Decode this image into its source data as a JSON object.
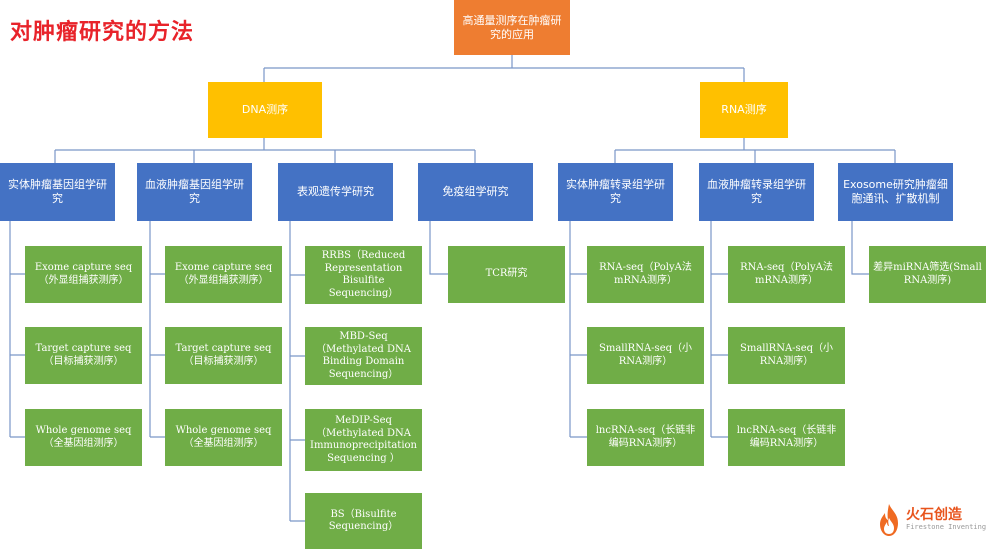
{
  "title": "对肿瘤研究的方法",
  "root": {
    "label": "高通量测序在肿瘤研究的应用"
  },
  "branches": [
    {
      "label": "DNA测序",
      "categories": [
        {
          "label": "实体肿瘤基因组学研究",
          "items": [
            "Exome capture seq（外显组捕获测序）",
            "Target capture seq（目标捕获测序）",
            "Whole genome seq（全基因组测序）"
          ]
        },
        {
          "label": "血液肿瘤基因组学研究",
          "items": [
            "Exome capture seq（外显组捕获测序）",
            "Target capture seq（目标捕获测序）",
            "Whole genome seq（全基因组测序）"
          ]
        },
        {
          "label": "表观遗传学研究",
          "items": [
            "RRBS（Reduced Representation Bisulfite Sequencing）",
            "MBD-Seq（Methylated DNA Binding Domain Sequencing）",
            "MeDIP-Seq（Methylated DNA Immunoprecipitation Sequencing ）",
            "BS（Bisulfite Sequencing）"
          ]
        },
        {
          "label": "免疫组学研究",
          "items": [
            "TCR研究"
          ]
        }
      ]
    },
    {
      "label": "RNA测序",
      "categories": [
        {
          "label": "实体肿瘤转录组学研究",
          "items": [
            "RNA-seq（PolyA法mRNA测序）",
            "SmallRNA-seq（小RNA测序）",
            "lncRNA-seq（长链非编码RNA测序）"
          ]
        },
        {
          "label": "血液肿瘤转录组学研究",
          "items": [
            "RNA-seq（PolyA法mRNA测序）",
            "SmallRNA-seq（小RNA测序）",
            "lncRNA-seq（长链非编码RNA测序）"
          ]
        },
        {
          "label": "Exosome研究肿瘤细胞通讯、扩散机制",
          "items": [
            "差异miRNA筛选(Small RNA测序)"
          ]
        }
      ]
    }
  ],
  "logo": {
    "cn": "火石创造",
    "en": "Firestone Inventing"
  },
  "colors": {
    "title": "#e8232a",
    "root": "#ee7d31",
    "branch": "#ffc000",
    "category": "#4472c4",
    "item": "#70ad47",
    "connector": "#7a96c8"
  }
}
